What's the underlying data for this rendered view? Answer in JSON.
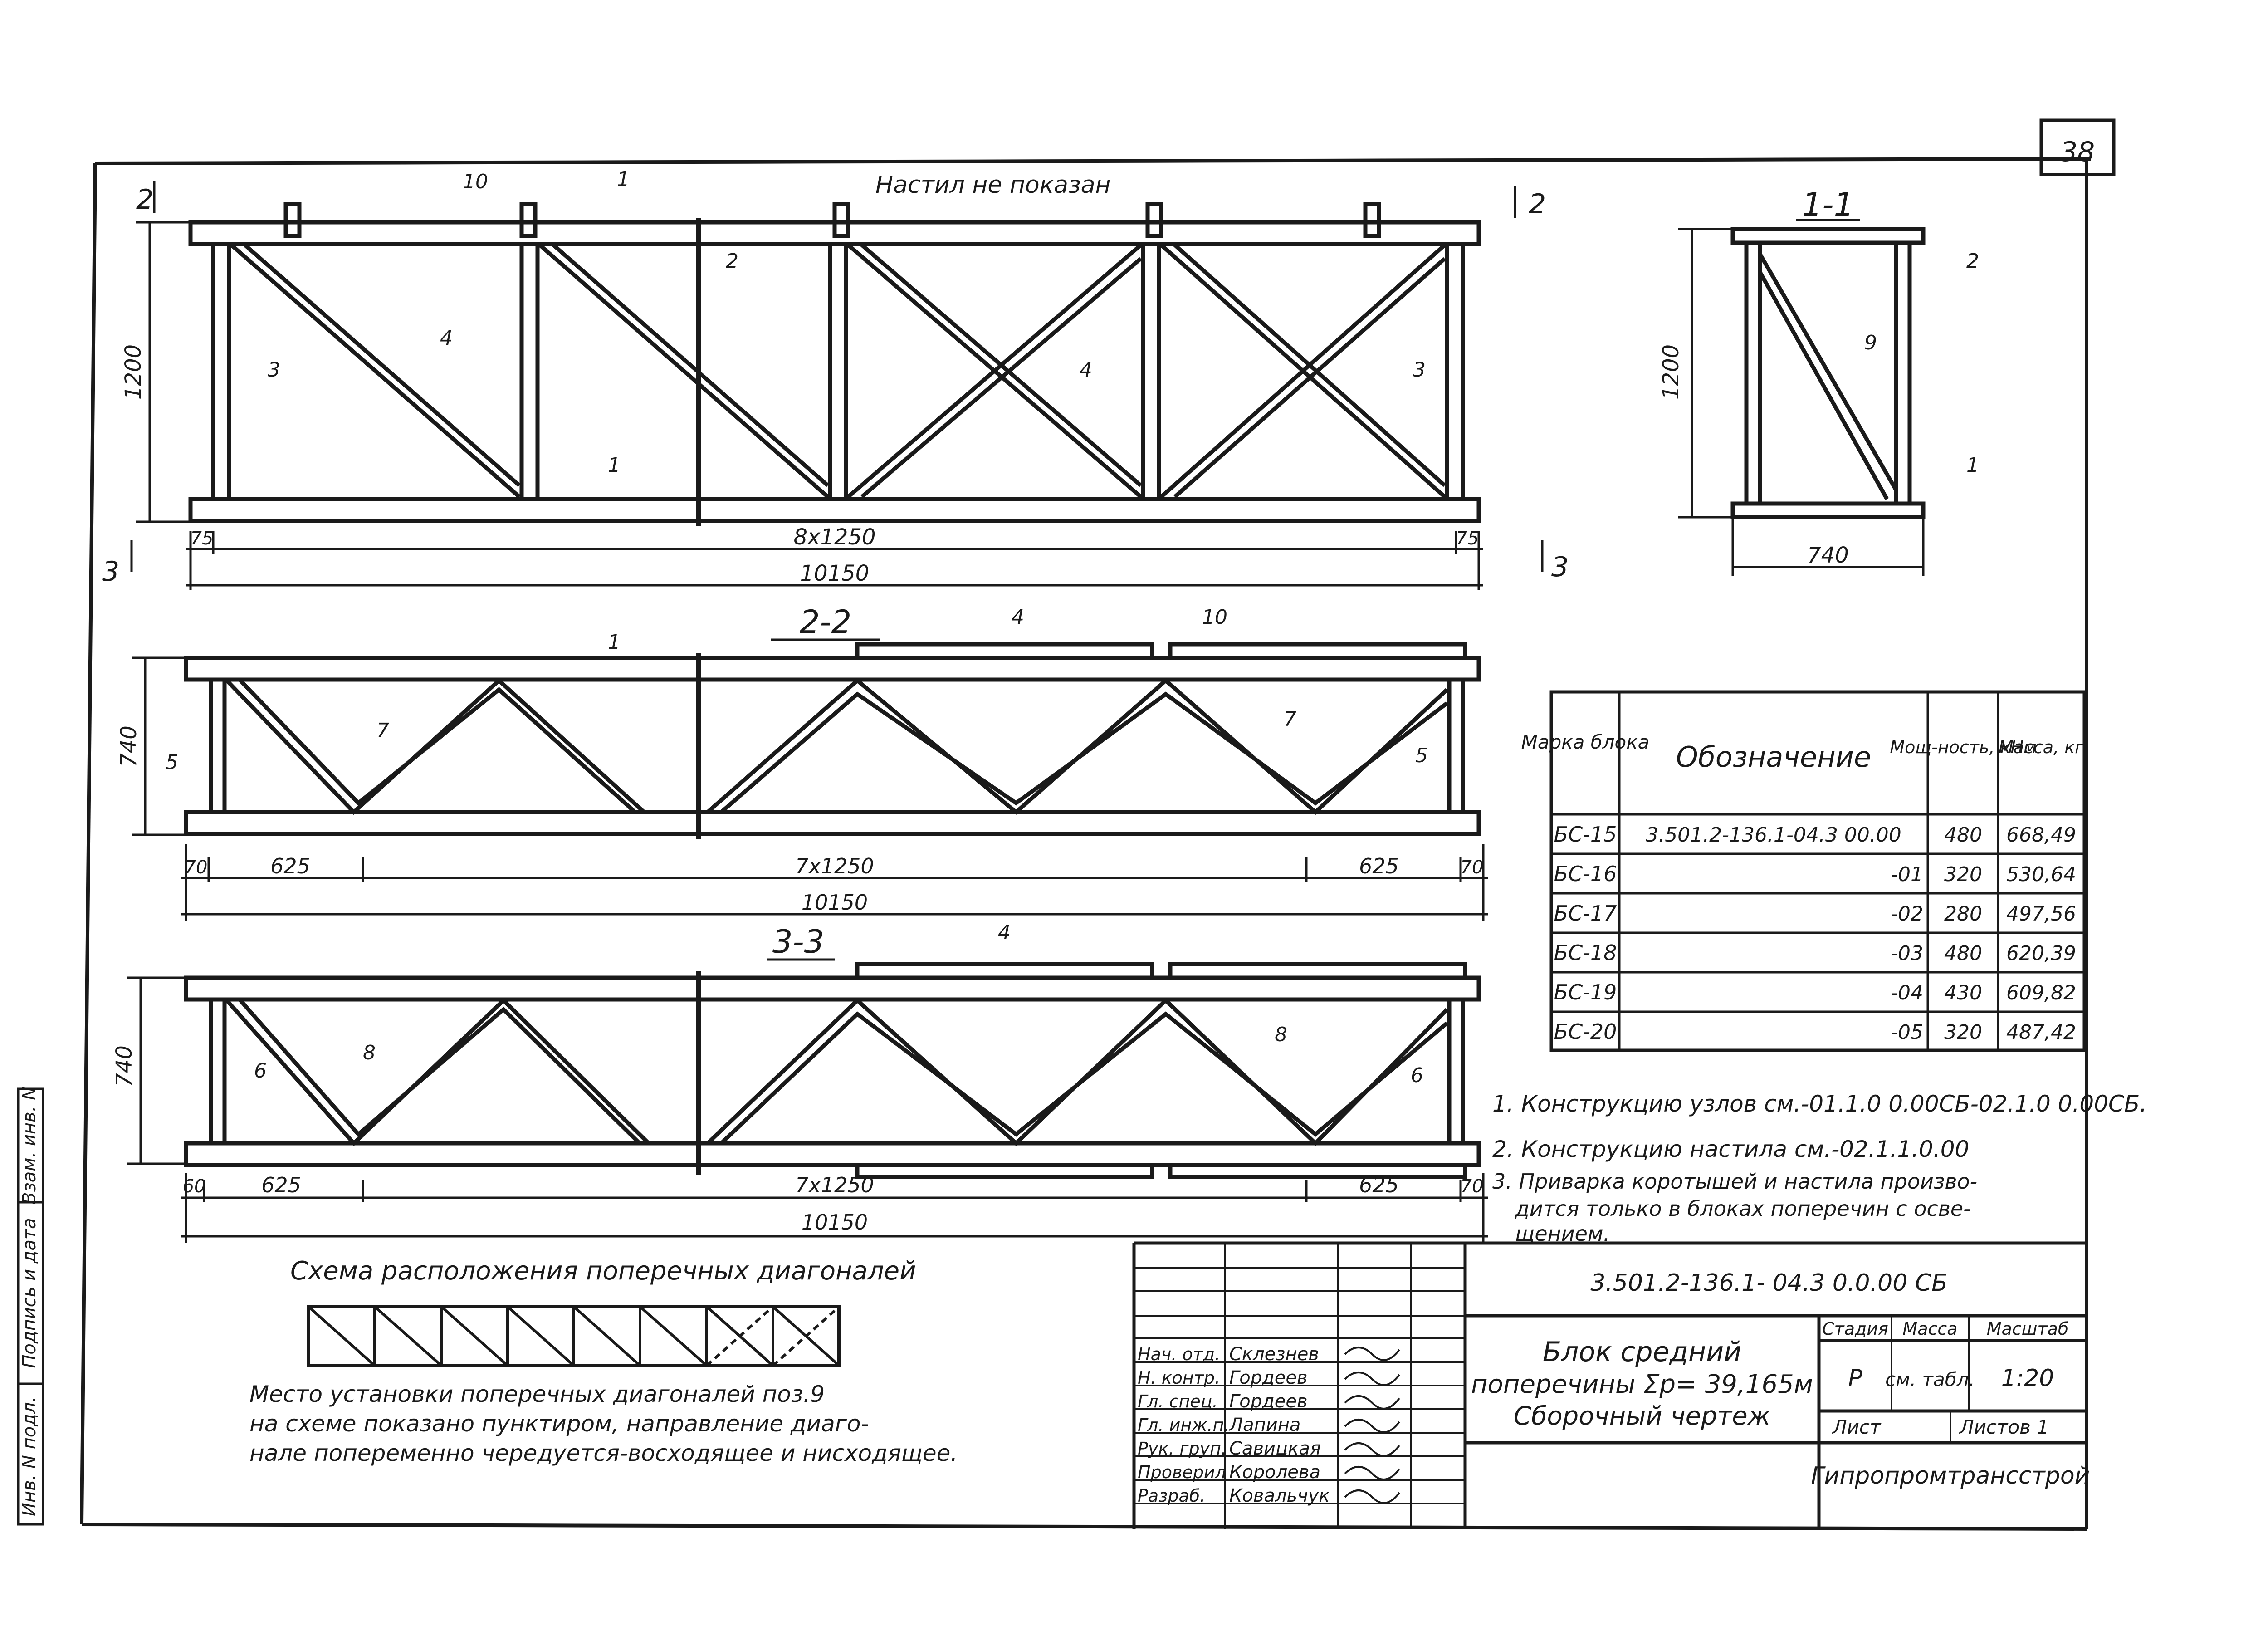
{
  "sheet": {
    "number": "38",
    "hidden_note": "Настил не показан"
  },
  "elevation": {
    "section_tag": "1",
    "cut_tag_left": "2",
    "cut_tag_right": "2",
    "cut_tag_bottom_left": "3",
    "cut_tag_bottom_right": "3",
    "height_dim": "1200",
    "end_left": "75",
    "end_right": "75",
    "spans": "8х1250",
    "total": "10150",
    "callouts": [
      "10",
      "2",
      "3",
      "4",
      "1",
      "4",
      "3"
    ]
  },
  "section_1_1": {
    "title": "1-1",
    "height_dim": "1200",
    "width_dim": "740",
    "callouts": [
      "2",
      "9",
      "1"
    ]
  },
  "section_2_2": {
    "title": "2-2",
    "cut_tag": "1",
    "height_dim": "740",
    "end_left": "70",
    "end_right": "70",
    "dim_625_left": "625",
    "spans": "7х1250",
    "dim_625_right": "625",
    "total": "10150",
    "callouts": [
      "4",
      "10",
      "5",
      "7",
      "7",
      "5"
    ]
  },
  "section_3_3": {
    "title": "3-3",
    "height_dim": "740",
    "end_left": "60",
    "end_right": "70",
    "dim_625_left": "625",
    "spans": "7х1250",
    "dim_625_right": "625",
    "total": "10150",
    "callouts": [
      "4",
      "6",
      "8",
      "8",
      "6"
    ]
  },
  "scheme": {
    "title": "Схема расположения поперечных диагоналей",
    "note": [
      "Место установки поперечных диагоналей поз.9",
      "на схеме показано пунктиром, направление диаго-",
      "нале попеременно чередуется-восходящее и нисходящее."
    ]
  },
  "spec_table": {
    "headers": [
      "Марка блока",
      "Обозначение",
      "Мощ-ность, кНм",
      "Масса, кг"
    ],
    "rows": [
      [
        "БС-15",
        "3.501.2-136.1-04.3 00.00",
        "480",
        "668,49"
      ],
      [
        "БС-16",
        "-01",
        "320",
        "530,64"
      ],
      [
        "БС-17",
        "-02",
        "280",
        "497,56"
      ],
      [
        "БС-18",
        "-03",
        "480",
        "620,39"
      ],
      [
        "БС-19",
        "-04",
        "430",
        "609,82"
      ],
      [
        "БС-20",
        "-05",
        "320",
        "487,42"
      ]
    ]
  },
  "notes": [
    "1. Конструкцию узлов см.-01.1.0 0.00СБ-02.1.0 0.00СБ.",
    "2. Конструкцию настила см.-02.1.1.0.00",
    "3. Приварка коротышей и настила произво-",
    "дится только в блоках поперечин с осве-",
    "щением."
  ],
  "title_block": {
    "doc_code": "3.501.2-136.1- 04.3 0.0.00 СБ",
    "title_lines": [
      "Блок средний",
      "поперечины Σр= 39,165м",
      "Сборочный чертеж"
    ],
    "stage_label": "Стадия",
    "mass_label": "Масса",
    "scale_label": "Масштаб",
    "stage": "Р",
    "mass": "см. табл.",
    "scale": "1:20",
    "sheet_label": "Лист",
    "sheets_label": "Листов 1",
    "org": "Гипропромтрансстрой",
    "signers": [
      {
        "role": "Нач. отд.",
        "name": "Склезнев"
      },
      {
        "role": "Н. контр.",
        "name": "Гордеев"
      },
      {
        "role": "Гл. спец.",
        "name": "Гордеев"
      },
      {
        "role": "Гл. инж.п.",
        "name": "Лапина"
      },
      {
        "role": "Рук. груп.",
        "name": "Савицкая"
      },
      {
        "role": "Проверил",
        "name": "Королева"
      },
      {
        "role": "Разраб.",
        "name": "Ковальчук"
      }
    ]
  },
  "side_stamp": [
    "Инв. N подл.",
    "Подпись и дата",
    "Взам. инв. N"
  ]
}
